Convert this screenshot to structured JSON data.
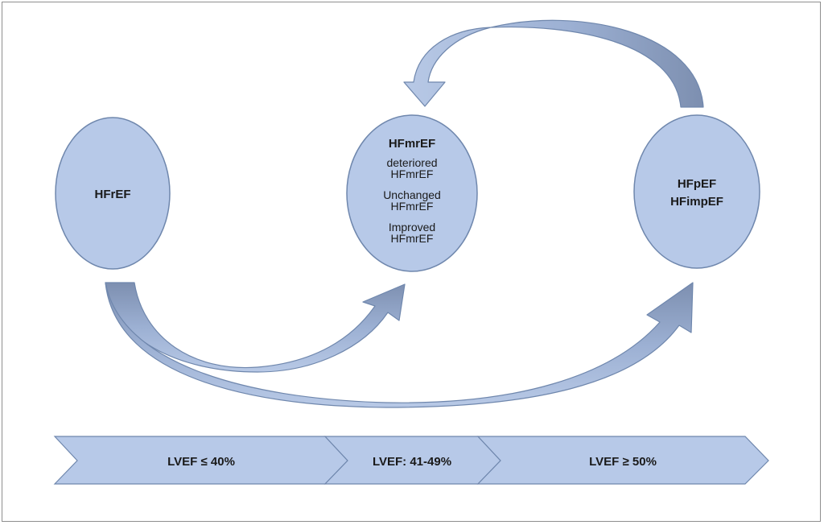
{
  "nodes": {
    "hfref": {
      "title": "HFrEF"
    },
    "hfmref": {
      "title": "HFmrEF",
      "subtypes": [
        {
          "line1": "deteriored",
          "line2": "HFmrEF"
        },
        {
          "line1": "Unchanged",
          "line2": "HFmrEF"
        },
        {
          "line1": "Improved",
          "line2": "HFmrEF"
        }
      ]
    },
    "hfpef": {
      "line1": "HFpEF",
      "line2": "HFimpEF"
    }
  },
  "scale": [
    {
      "label": "LVEF ≤ 40%"
    },
    {
      "label": "LVEF: 41-49%"
    },
    {
      "label": "LVEF ≥ 50%"
    }
  ],
  "colors": {
    "fill": "#b7c9e8",
    "stroke": "#6f87ad",
    "dark": "#7d8fb0",
    "frame": "#8e8e8e"
  }
}
